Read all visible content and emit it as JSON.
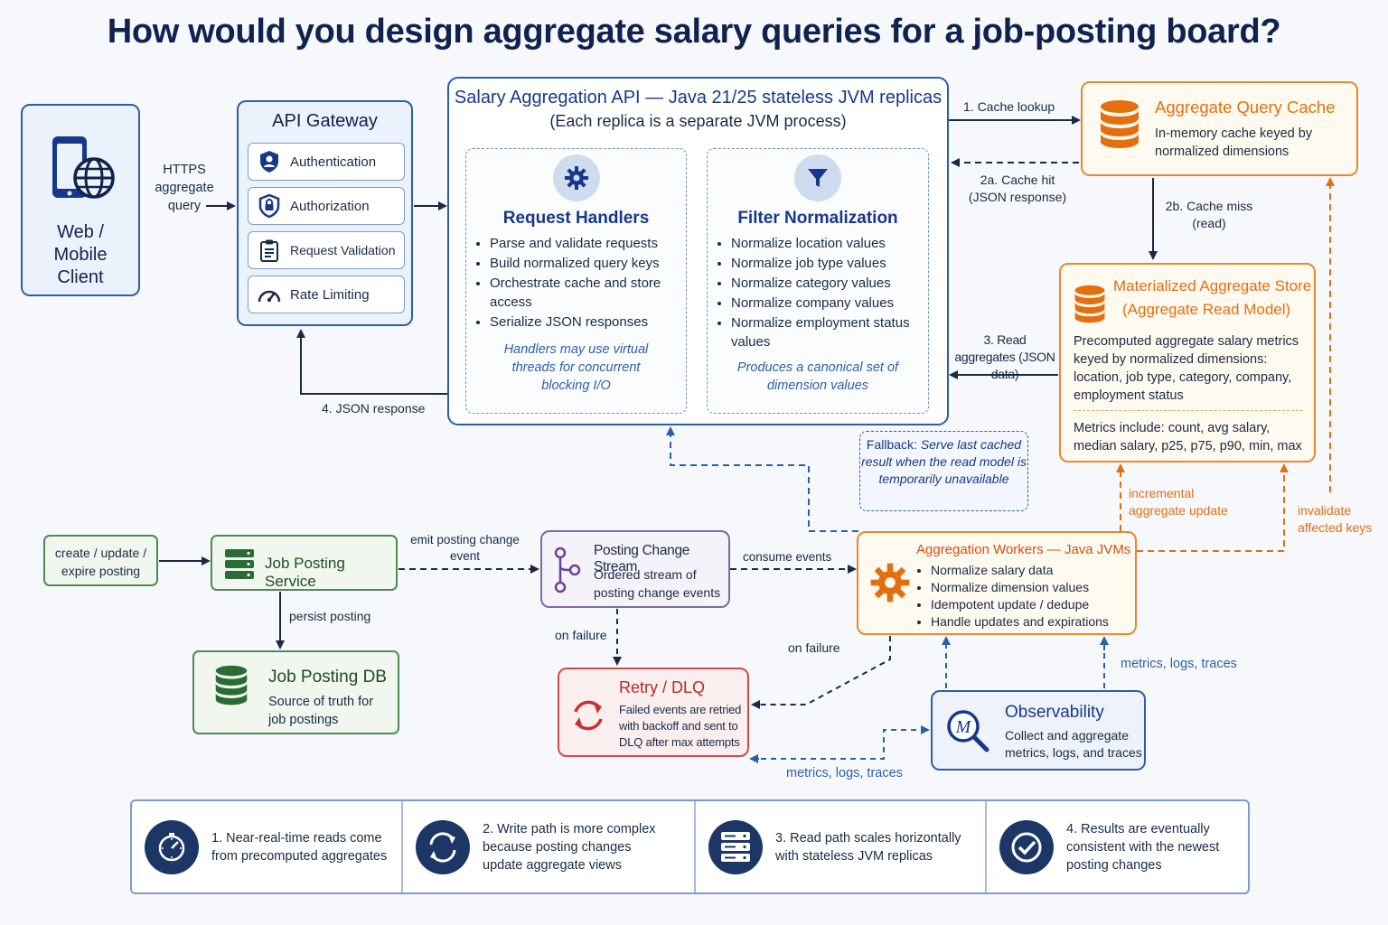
{
  "title": "How would you design aggregate salary queries for a job-posting board?",
  "client": {
    "label": "Web / Mobile Client",
    "icon": "phone-globe-icon"
  },
  "gateway": {
    "title": "API Gateway",
    "items": [
      {
        "label": "Authentication",
        "icon": "shield-user-icon"
      },
      {
        "label": "Authorization",
        "icon": "shield-lock-icon"
      },
      {
        "label": "Request Validation",
        "icon": "clipboard-icon"
      },
      {
        "label": "Rate Limiting",
        "icon": "gauge-icon"
      }
    ]
  },
  "api": {
    "title": "Salary Aggregation API — Java 21/25 stateless JVM replicas",
    "subtitle_pre": "(Each replica",
    "subtitle_post": "is a separate JVM process)",
    "handlers": {
      "title": "Request Handlers",
      "bullets": [
        "Parse and validate requests",
        "Build normalized query keys",
        "Orchestrate cache and store access",
        "Serialize JSON responses"
      ],
      "note": "Handlers may use virtual threads for concurrent blocking I/O"
    },
    "filter": {
      "title": "Filter Normalization",
      "bullets": [
        "Normalize location values",
        "Normalize job type values",
        "Normalize category values",
        "Normalize company values",
        "Normalize employment status values"
      ],
      "note": "Produces a canonical set of dimension values"
    }
  },
  "cache": {
    "title": "Aggregate Query Cache",
    "desc": "In-memory cache keyed by normalized dimensions"
  },
  "store": {
    "title_line1": "Materialized Aggregate Store",
    "title_line2": "(Aggregate Read Model)",
    "desc": "Precomputed aggregate salary metrics keyed by normalized dimensions: location, job type, category, company, employment status",
    "metrics": "Metrics include: count, avg salary, median salary, p25, p75, p90, min, max"
  },
  "fallback": {
    "bold": "Fallback:",
    "text": "Serve last cached result when the read model is temporarily unavailable"
  },
  "trigger": {
    "label": "create / update / expire posting"
  },
  "job_service": {
    "label": "Job Posting Service"
  },
  "job_db": {
    "title": "Job Posting DB",
    "desc": "Source of truth for job postings"
  },
  "stream": {
    "title": "Posting Change Stream",
    "desc": "Ordered stream of posting change events"
  },
  "workers": {
    "title": "Aggregation Workers — Java JVMs",
    "bullets": [
      "Normalize salary data",
      "Normalize dimension values",
      "Idempotent update / dedupe",
      "Handle updates and expirations"
    ]
  },
  "retry": {
    "title": "Retry / DLQ",
    "desc": "Failed events are retried with backoff and sent to DLQ after max attempts"
  },
  "observability": {
    "title": "Observability",
    "desc": "Collect and aggregate metrics, logs, and traces"
  },
  "edges": {
    "https": "HTTPS aggregate query",
    "cache_lookup": "1. Cache lookup",
    "cache_hit": "2a. Cache hit (JSON response)",
    "cache_miss": "2b. Cache miss (read)",
    "read_aggregates": "3. Read aggregates (JSON data)",
    "json_response": "4. JSON response",
    "incremental": "incremental aggregate update",
    "invalidate": "invalidate affected keys",
    "emit": "emit posting change event",
    "consume": "consume events",
    "persist": "persist posting",
    "on_failure_stream": "on failure",
    "on_failure_workers": "on failure",
    "metrics_right": "metrics, logs, traces",
    "metrics_bottom": "metrics, logs, traces"
  },
  "footer": [
    {
      "text": "1.  Near-real-time reads come from precomputed aggregates",
      "icon": "stopwatch-icon"
    },
    {
      "text": "2.  Write path is more complex because posting changes update aggregate views",
      "icon": "sync-icon"
    },
    {
      "text": "3.  Read path scales horizontally with stateless JVM replicas",
      "icon": "server-stack-icon"
    },
    {
      "text": "4.  Results are eventually consistent with the newest posting changes",
      "icon": "check-circle-icon"
    }
  ],
  "colors": {
    "navy": "#0f2250",
    "blue": "#2d5fa8",
    "orange": "#e8892e",
    "green": "#4f8a55",
    "purple": "#7d6aa8",
    "red": "#d14a4a"
  }
}
